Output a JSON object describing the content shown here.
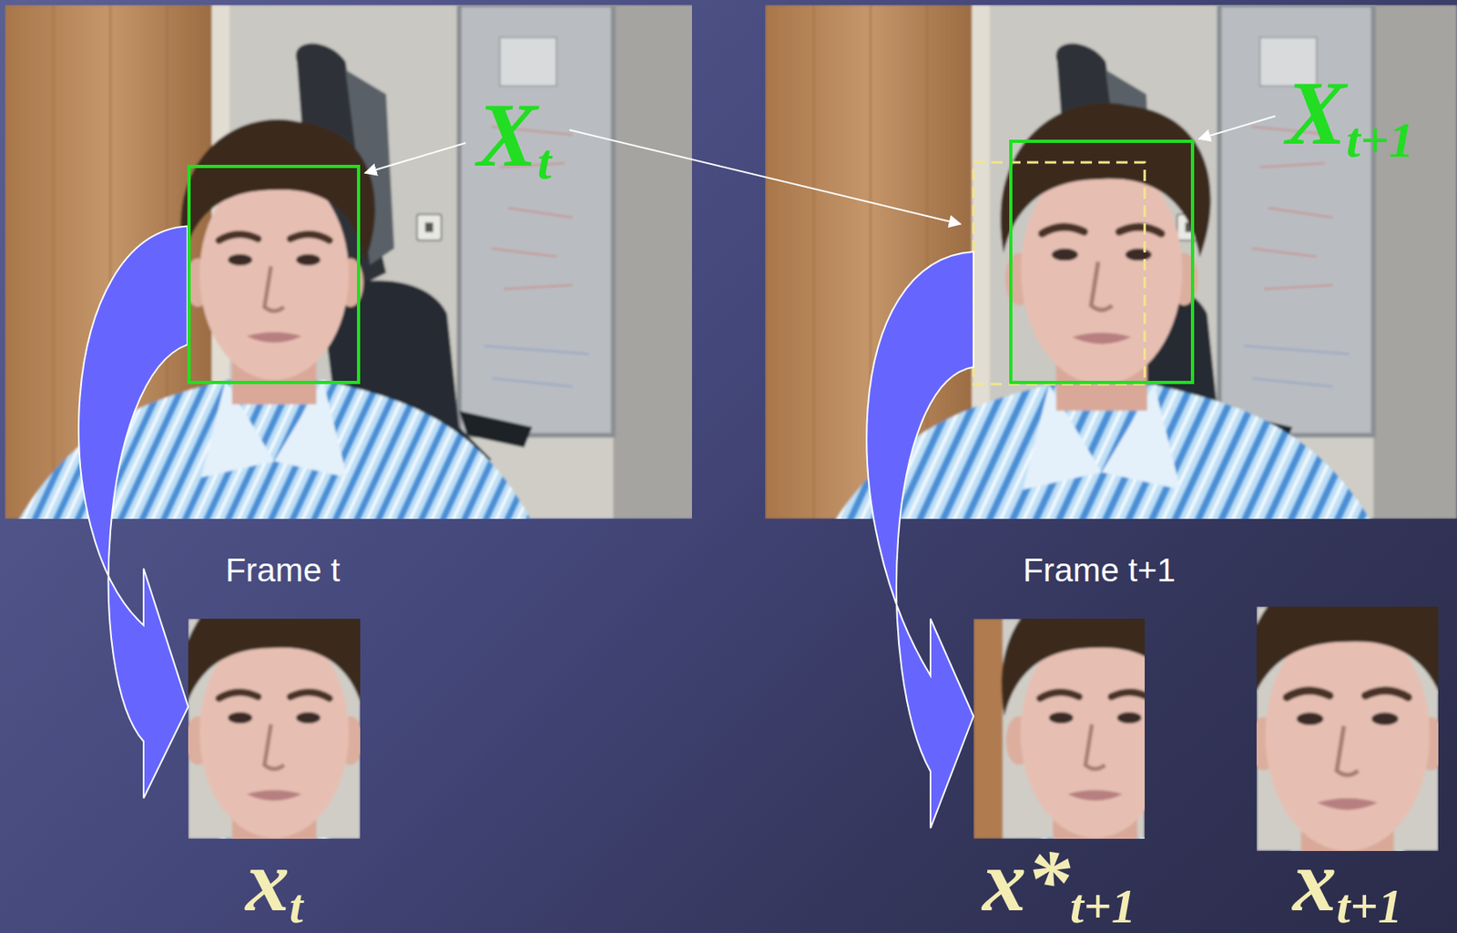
{
  "diagram": {
    "nodes": [
      {
        "text": [
          "Xt"
        ]
      },
      {
        "text": [
          "Xt+1"
        ]
      },
      {
        "text": [
          "xt"
        ]
      },
      {
        "text": [
          "x*t+1"
        ]
      },
      {
        "text": [
          "xt+1"
        ]
      }
    ],
    "edges": [
      {
        "from": 0,
        "to": 2,
        "arrow": "to"
      }
    ],
    "labels": [
      "Frame t",
      "Frame t+1"
    ]
  }
}
